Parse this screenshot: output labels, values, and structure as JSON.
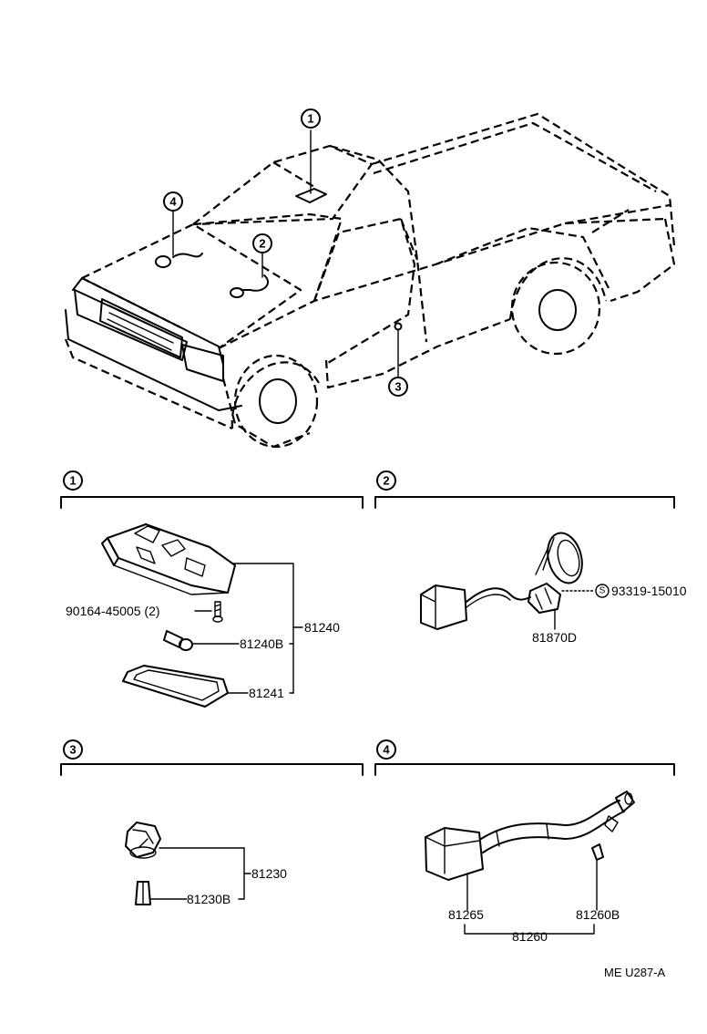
{
  "callouts": {
    "c1": "1",
    "c2": "2",
    "c3": "3",
    "c4": "4"
  },
  "section1": {
    "callout": "1",
    "screw": "90164-45005 (2)",
    "bulb": "81240B",
    "lamp_assy": "81240",
    "lens": "81241"
  },
  "section2": {
    "callout": "2",
    "screw_symbol": "S",
    "screw": "93319-15010",
    "part": "81870D"
  },
  "section3": {
    "callout": "3",
    "lamp_assy": "81230",
    "bulb": "81230B"
  },
  "section4": {
    "callout": "4",
    "socket": "81265",
    "bulb": "81260B",
    "assy": "81260"
  },
  "footer": {
    "code": "ME  U287-A"
  }
}
